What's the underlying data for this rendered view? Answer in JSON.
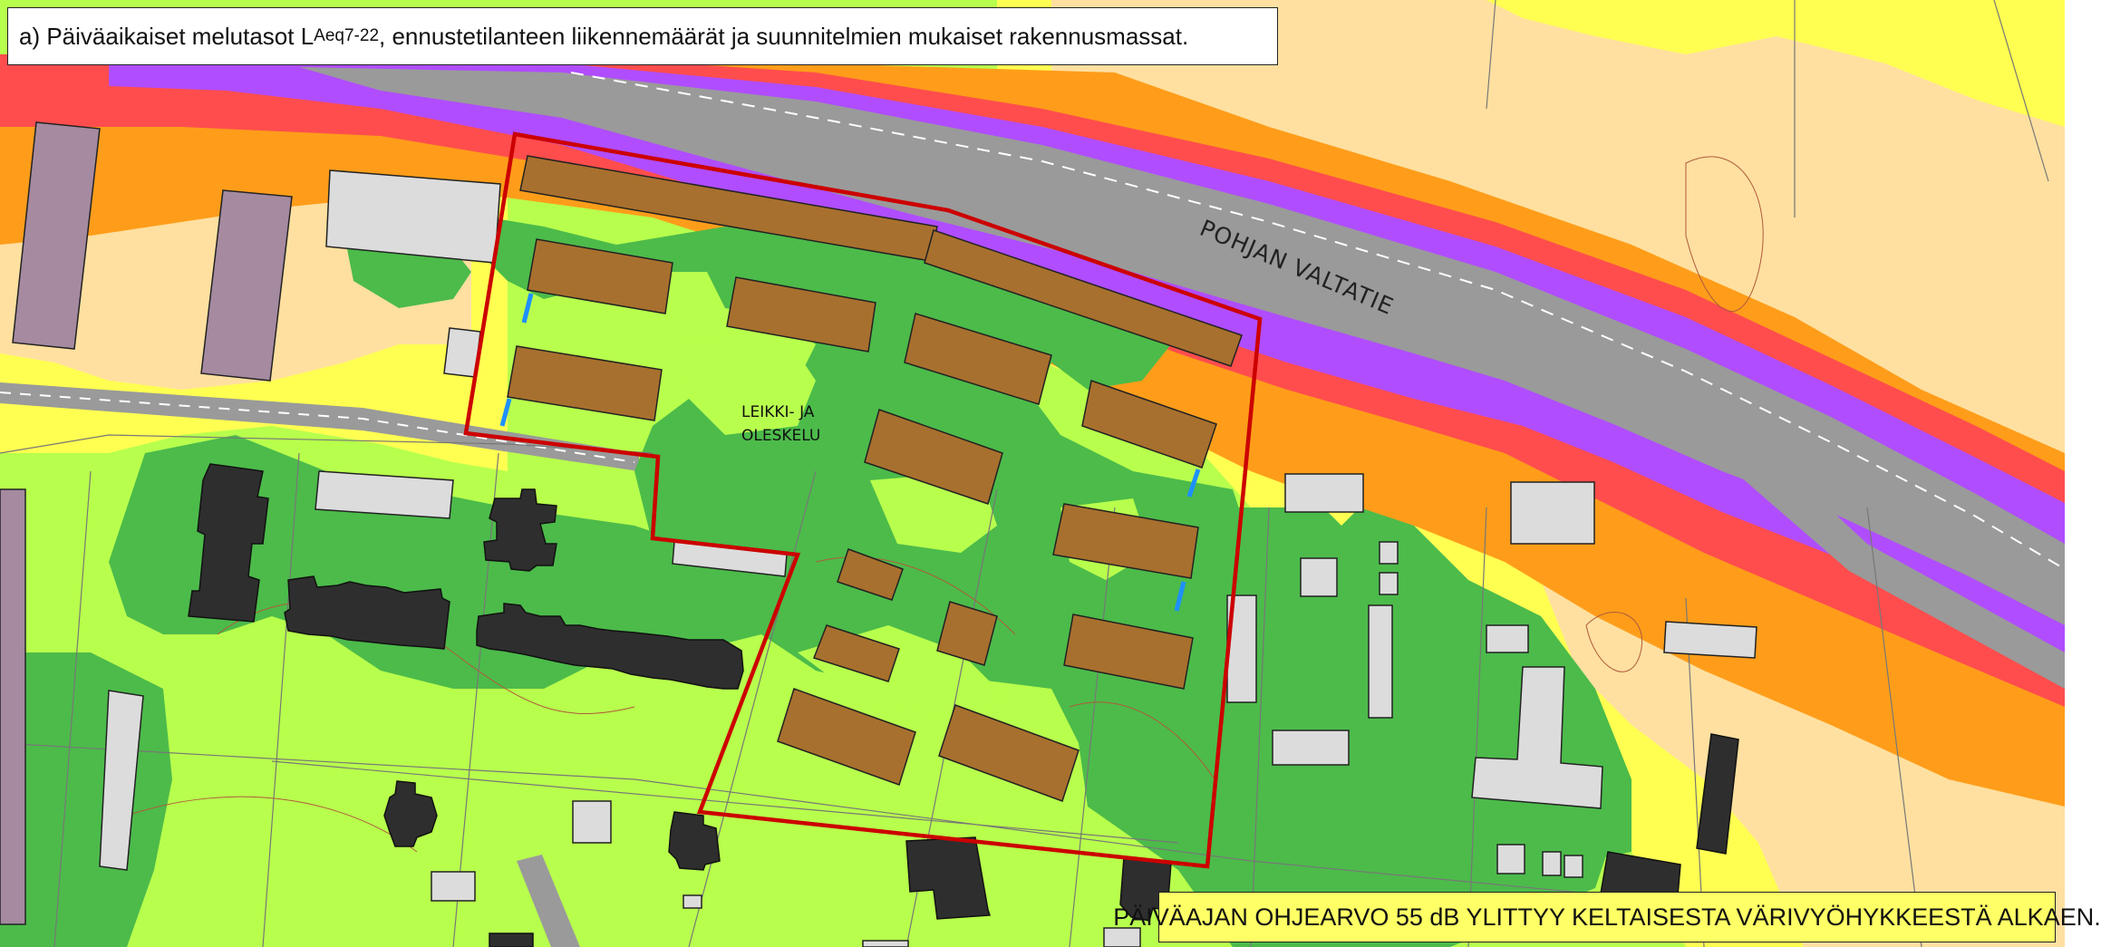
{
  "title": {
    "prefix": "a) Päiväaikaiset melutasot L",
    "subscript": "Aeq7-22",
    "suffix": ", ennustetilanteen liikennemäärät ja suunnitelmien mukaiset rakennusmassat."
  },
  "labels": {
    "road": "POHJAN VALTATIE",
    "area_line1": "LEIKKI- JA",
    "area_line2": "OLESKELU"
  },
  "note": "PÄIVÄAJAN OHJEARVO 55 dB YLITTYY KELTAISESTA VÄRIVYÖHYKKEESTÄ ALKAEN.",
  "colors": {
    "zone_light_green": "#b8ff4d",
    "zone_green": "#4cbb4a",
    "zone_yellow": "#ffff52",
    "zone_tan": "#ffe0a0",
    "zone_orange": "#ff9d1a",
    "zone_red": "#ff4d4d",
    "zone_purple": "#b04dff",
    "road": "#9a9a9a",
    "planned_building": "#a8702e",
    "existing_building": "#2e2e2e",
    "other_building": "#dcdcdc",
    "lilac_building": "#a58aa0",
    "plan_boundary": "#cc0000",
    "noise_barrier": "#1e90ff"
  },
  "icons": [
    "map-legend-none"
  ]
}
